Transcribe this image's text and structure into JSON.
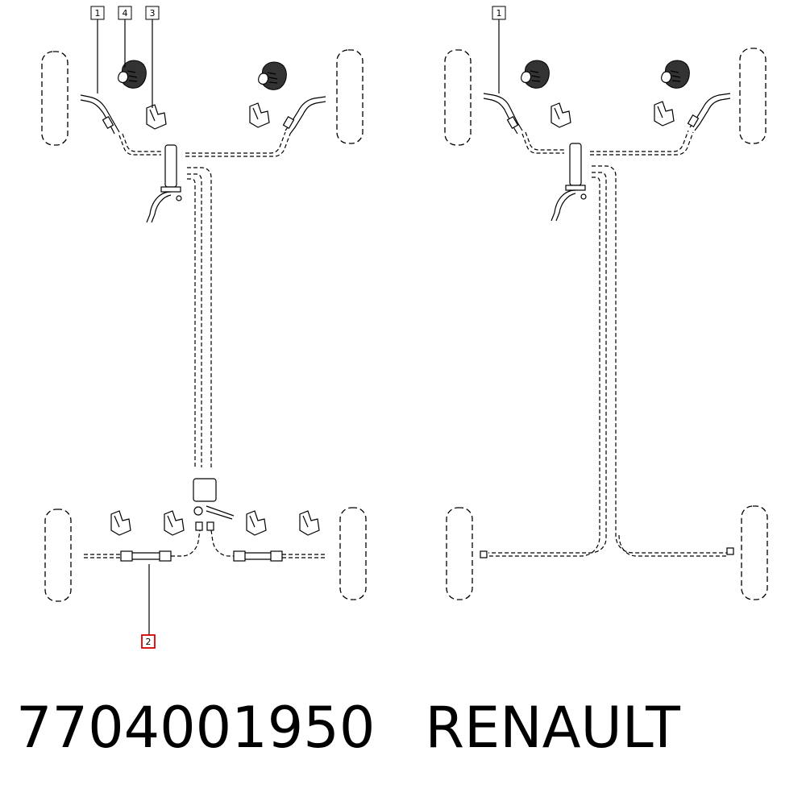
{
  "diagram": {
    "callouts_left": [
      {
        "label": "1",
        "highlight": false
      },
      {
        "label": "4",
        "highlight": false
      },
      {
        "label": "3",
        "highlight": false
      },
      {
        "label": "2",
        "highlight": true
      }
    ],
    "callouts_right": [
      {
        "label": "1",
        "highlight": false
      }
    ],
    "colors": {
      "line": "#000000",
      "highlight": "#d40000"
    }
  },
  "caption": {
    "part_number": "7704001950",
    "brand": "RENAULT"
  }
}
